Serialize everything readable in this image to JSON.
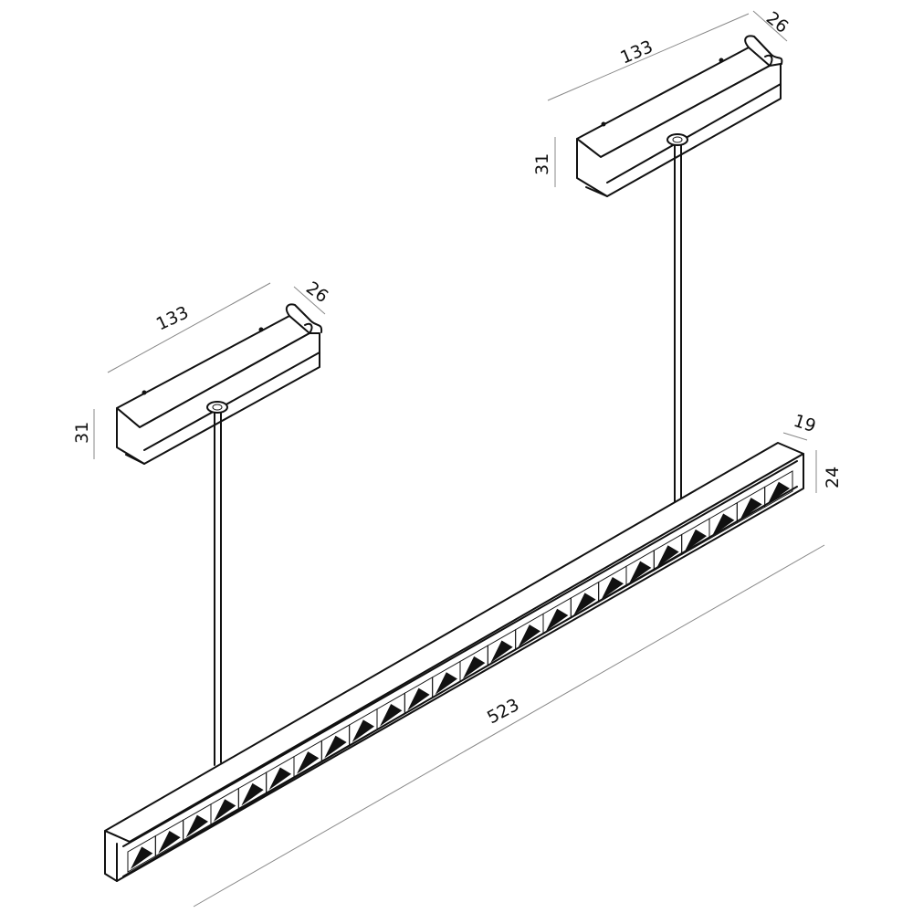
{
  "dimensions": {
    "right_bracket": {
      "length": "133",
      "width": "26",
      "height": "31"
    },
    "left_bracket": {
      "length": "133",
      "width": "26",
      "height": "31"
    },
    "profile": {
      "length": "523",
      "width": "19",
      "height": "24"
    }
  },
  "led_cell_count": 24,
  "colors": {
    "line": "#111111",
    "dimension_line": "#888888",
    "background": "#ffffff"
  }
}
